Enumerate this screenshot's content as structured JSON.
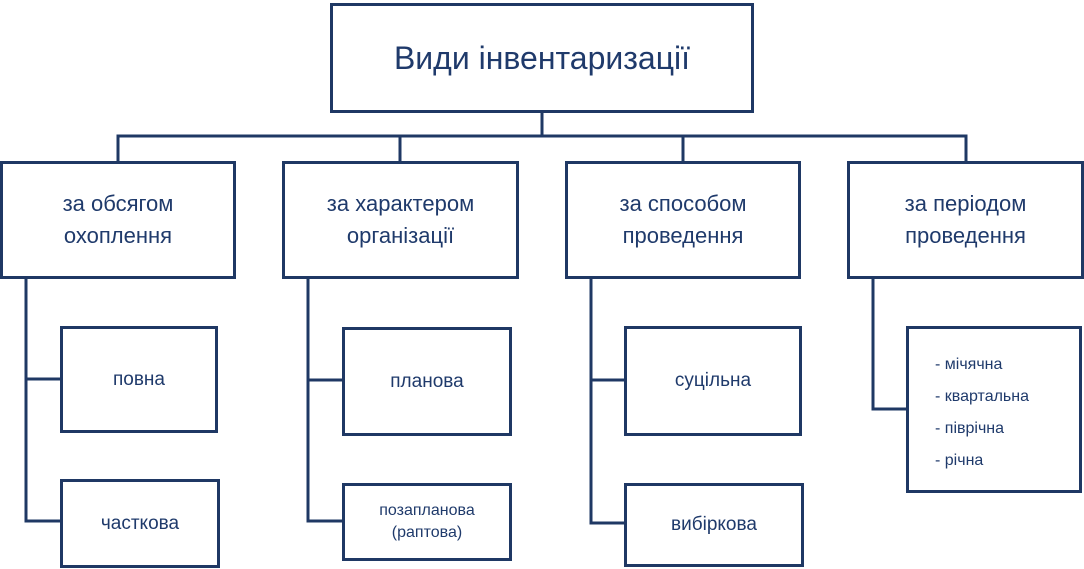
{
  "title": "Види інвентаризації",
  "categories": [
    {
      "label": "за обсягом\nохоплення",
      "items": [
        "повна",
        "часткова"
      ]
    },
    {
      "label": "за характером\nорганізації",
      "items": [
        "планова",
        "позапланова\n(раптова)"
      ]
    },
    {
      "label": "за способом\nпроведення",
      "items": [
        "суцільна",
        "вибіркова"
      ]
    },
    {
      "label": "за періодом\nпроведення",
      "items": [
        "- мічячна",
        "- квартальна",
        "- піврічна",
        "- річна"
      ]
    }
  ],
  "colors": {
    "border": "#1f3864",
    "text": "#1f3a6b",
    "background": "#ffffff"
  }
}
